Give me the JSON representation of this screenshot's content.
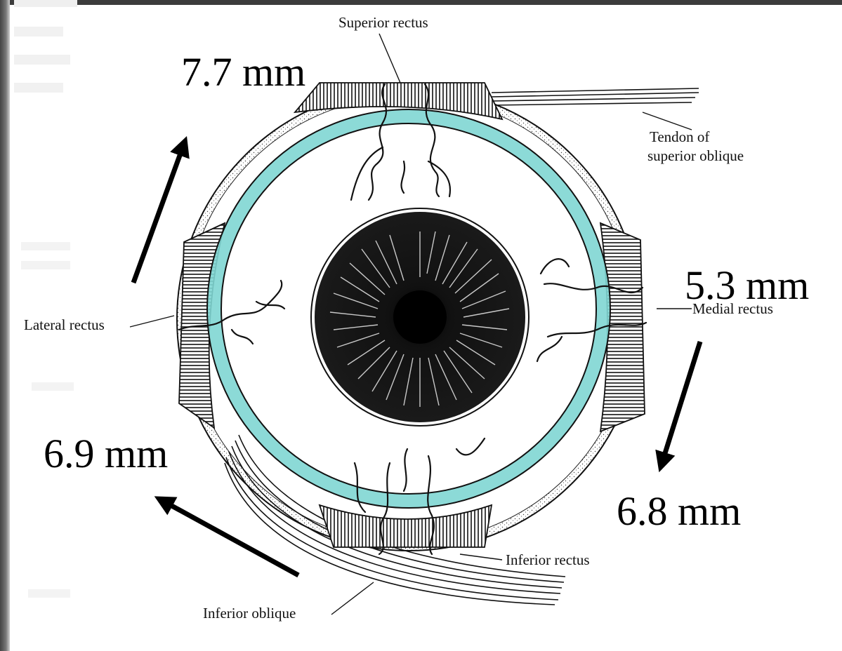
{
  "labels": {
    "superior_rectus": "Superior rectus",
    "tendon_line1": "Tendon of",
    "tendon_line2": "superior oblique",
    "lateral_rectus": "Lateral rectus",
    "medial_rectus": "Medial rectus",
    "inferior_rectus": "Inferior rectus",
    "inferior_oblique": "Inferior oblique"
  },
  "measurements": {
    "superior": "7.7 mm",
    "medial": "5.3 mm",
    "inferior": "6.8 mm",
    "lateral": "6.9 mm"
  },
  "colors": {
    "spiral_of_tillaux": "#7fd6d3",
    "ink": "#111111",
    "frame": "#3c3c3c"
  },
  "icons": {
    "arrows": "arrow-icon"
  }
}
